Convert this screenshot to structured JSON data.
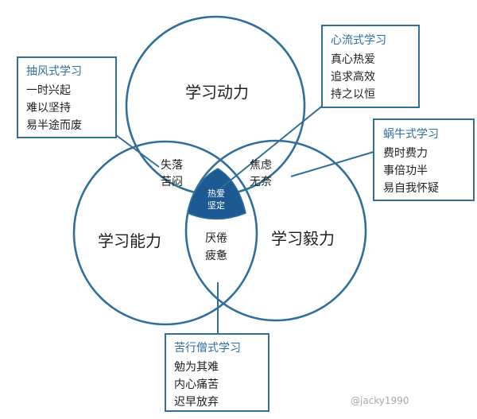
{
  "circles": {
    "top": "学习动力",
    "left": "学习能力",
    "right": "学习毅力"
  },
  "overlaps": {
    "top_left": [
      "失落",
      "苦闷"
    ],
    "top_right": [
      "焦虑",
      "无奈"
    ],
    "left_right": [
      "厌倦",
      "疲惫"
    ],
    "center": [
      "热爱",
      "坚定"
    ]
  },
  "boxes": {
    "top_left": {
      "title": "抽风式学习",
      "lines": [
        "一时兴起",
        "难以坚持",
        "易半途而废"
      ]
    },
    "top_right": {
      "title": "心流式学习",
      "lines": [
        "真心热爱",
        "追求高效",
        "持之以恒"
      ]
    },
    "right": {
      "title": "蜗牛式学习",
      "lines": [
        "费时费力",
        "事倍功半",
        "易自我怀疑"
      ]
    },
    "bottom": {
      "title": "苦行僧式学习",
      "lines": [
        "勉为其难",
        "内心痛苦",
        "迟早放弃"
      ]
    }
  },
  "watermark": "@jacky1990",
  "colors": {
    "line": "#2f6f9a",
    "center_fill": "#1d5a94",
    "text": "#1f1f1f"
  }
}
